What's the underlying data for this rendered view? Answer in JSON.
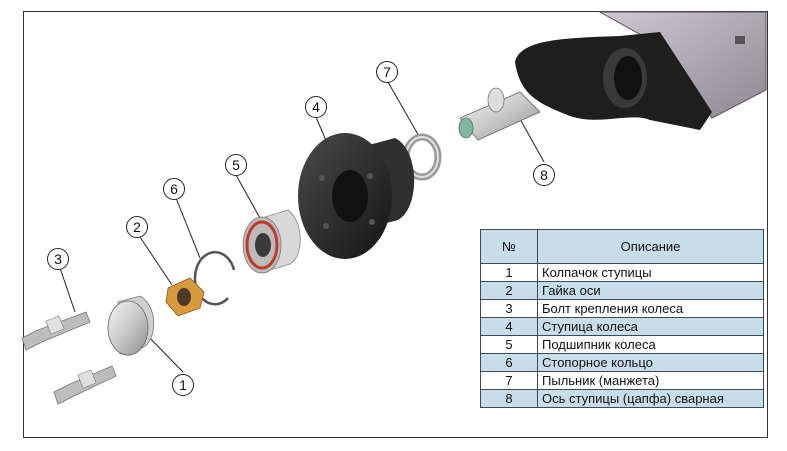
{
  "callouts": [
    "1",
    "2",
    "3",
    "4",
    "5",
    "6",
    "7",
    "8"
  ],
  "legend": {
    "header": {
      "num": "№",
      "desc": "Описание"
    },
    "rows": [
      {
        "num": "1",
        "desc": "Колпачок ступицы"
      },
      {
        "num": "2",
        "desc": "Гайка оси"
      },
      {
        "num": "3",
        "desc": "Болт крепления колеса"
      },
      {
        "num": "4",
        "desc": "Ступица колеса"
      },
      {
        "num": "5",
        "desc": "Подшипник колеса"
      },
      {
        "num": "6",
        "desc": "Стопорное кольцо"
      },
      {
        "num": "7",
        "desc": "Пыльник (манжета)"
      },
      {
        "num": "8",
        "desc": "Ось ступицы (цапфа) сварная"
      }
    ]
  },
  "colors": {
    "table_header": "#c9dde9",
    "nut": "#d89a3a",
    "hub": "#2a2a2a",
    "axle_arm": "#1e1e1e",
    "frame": "#a9a3ab"
  }
}
